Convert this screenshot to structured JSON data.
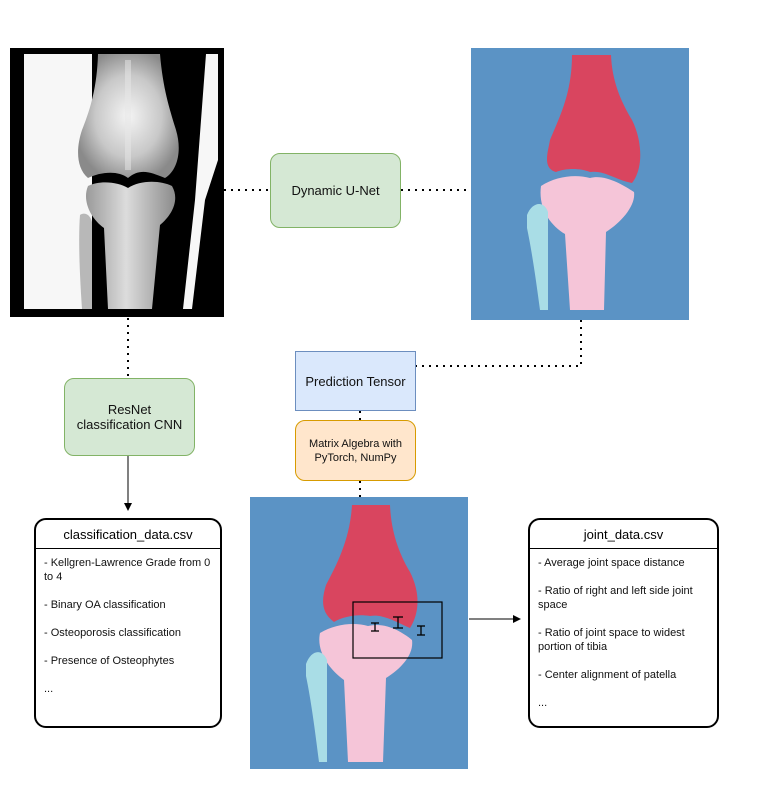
{
  "nodes": {
    "unet": "Dynamic U-Net",
    "resnet": "ResNet\nclassification CNN",
    "prediction": "Prediction Tensor",
    "matrix": "Matrix Algebra with\nPyTorch, NumPy"
  },
  "classification_card": {
    "title": "classification_data.csv",
    "items": [
      "- Kellgren-Lawrence Grade from 0 to 4",
      "- Binary OA classification",
      "- Osteoporosis classification",
      "- Presence of Osteophytes",
      "..."
    ]
  },
  "joint_card": {
    "title": "joint_data.csv",
    "items": [
      "- Average joint space distance",
      "- Ratio of right and left side joint space",
      "- Ratio of joint space to widest portion of tibia",
      "- Center alignment of patella",
      "..."
    ]
  },
  "colors": {
    "segmentation_background": "#5b93c5",
    "femur": "#d9455f",
    "tibia": "#f5c5d8",
    "fibula": "#a9dde6",
    "node_green_fill": "#d5e8d4",
    "node_blue_fill": "#dae8fc",
    "node_orange_fill": "#ffe6cc"
  },
  "icons": {
    "xray_image": "knee-xray-image",
    "segmentation_image": "knee-segmentation-mask",
    "measurement_markers": "joint-space-measurement-markers"
  }
}
